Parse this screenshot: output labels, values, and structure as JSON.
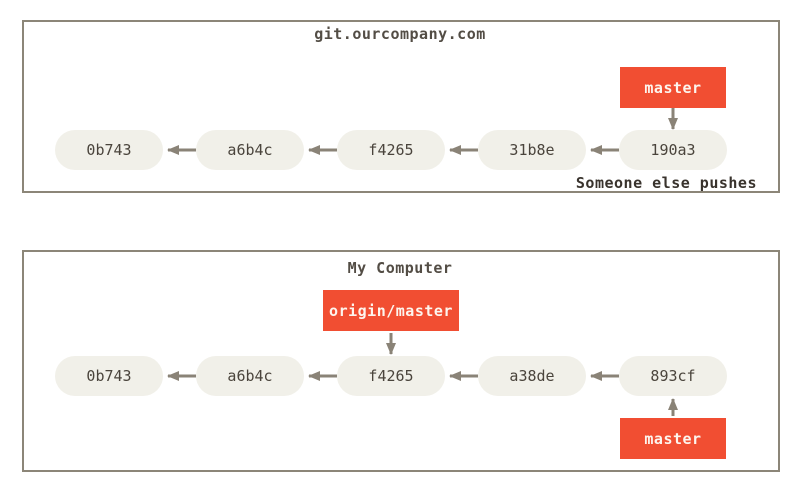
{
  "diagram": {
    "kind": "git-commit-history",
    "colors": {
      "accent_red": "#f14e32",
      "node_fill": "#f1f0e9",
      "arrow_line": "#8a8377",
      "box_border": "#8c8678",
      "node_text": "#4a443c",
      "title_text": "#534d45",
      "annotation_text": "#39332d",
      "label_text": "#fdf5ee"
    },
    "remote_box": {
      "title": "git.ourcompany.com",
      "commits": [
        "0b743",
        "a6b4c",
        "f4265",
        "31b8e",
        "190a3"
      ],
      "branch_label": "master",
      "annotation": "Someone else pushes"
    },
    "local_box": {
      "title": "My Computer",
      "commits": [
        "0b743",
        "a6b4c",
        "f4265",
        "a38de",
        "893cf"
      ],
      "remote_branch_label": "origin/master",
      "branch_label": "master"
    }
  }
}
